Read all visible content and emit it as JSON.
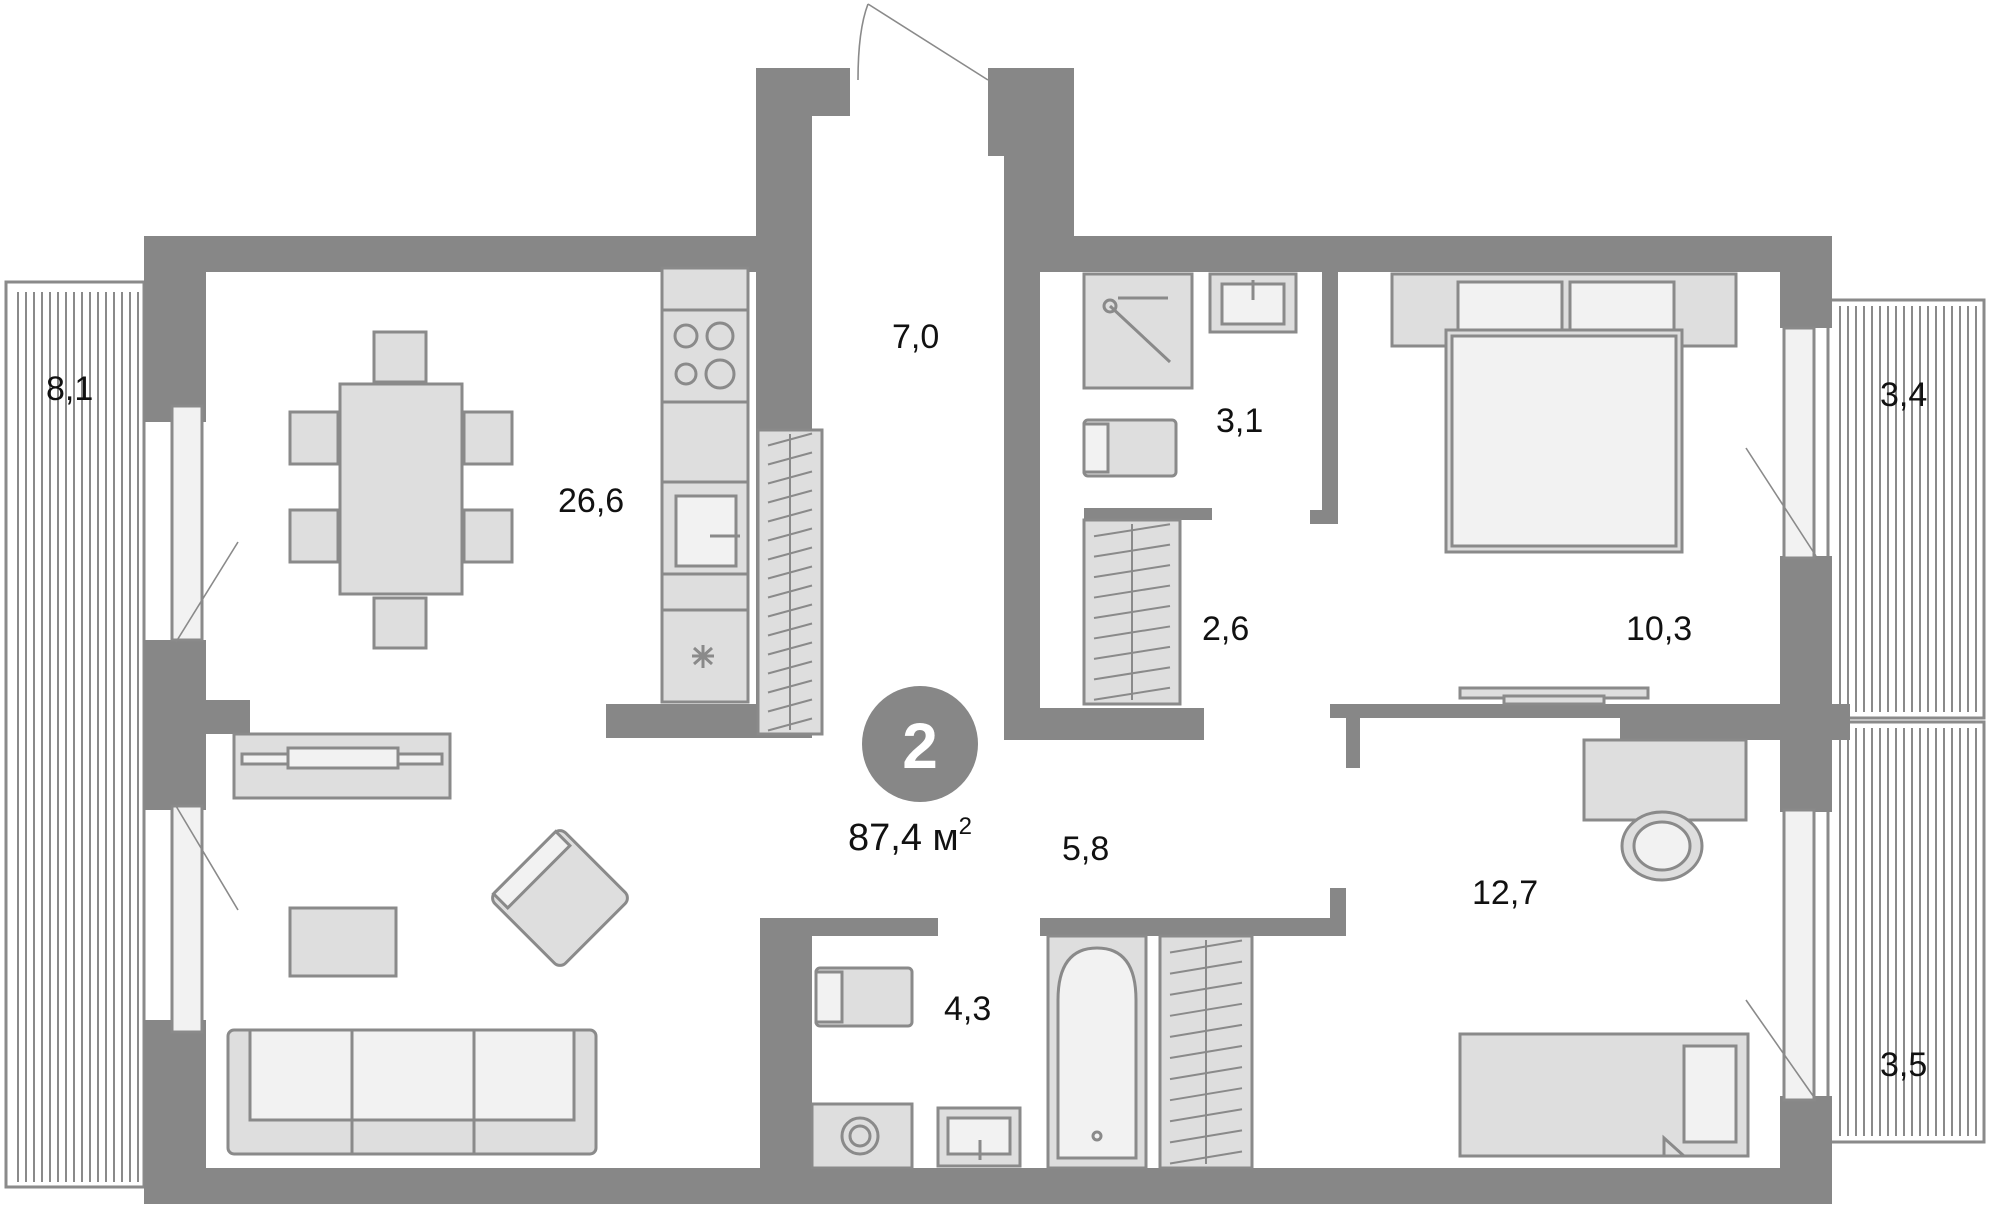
{
  "apartment": {
    "rooms_count": "2",
    "total_area": "87,4",
    "total_unit": "м",
    "total_unit_sup": "2"
  },
  "rooms": {
    "balcony_left": "8,1",
    "balcony_right_top": "3,4",
    "balcony_right_bottom": "3,5",
    "living_kitchen": "26,6",
    "entrance_hall": "7,0",
    "bathroom_small": "3,1",
    "wardrobe": "2,6",
    "bedroom": "10,3",
    "hallway": "5,8",
    "bathroom_large": "4,3",
    "second_bedroom": "12,7"
  },
  "colors": {
    "wall": "#878787",
    "furniture_fill": "#dedede",
    "furniture_stroke": "#8a8a8a"
  }
}
